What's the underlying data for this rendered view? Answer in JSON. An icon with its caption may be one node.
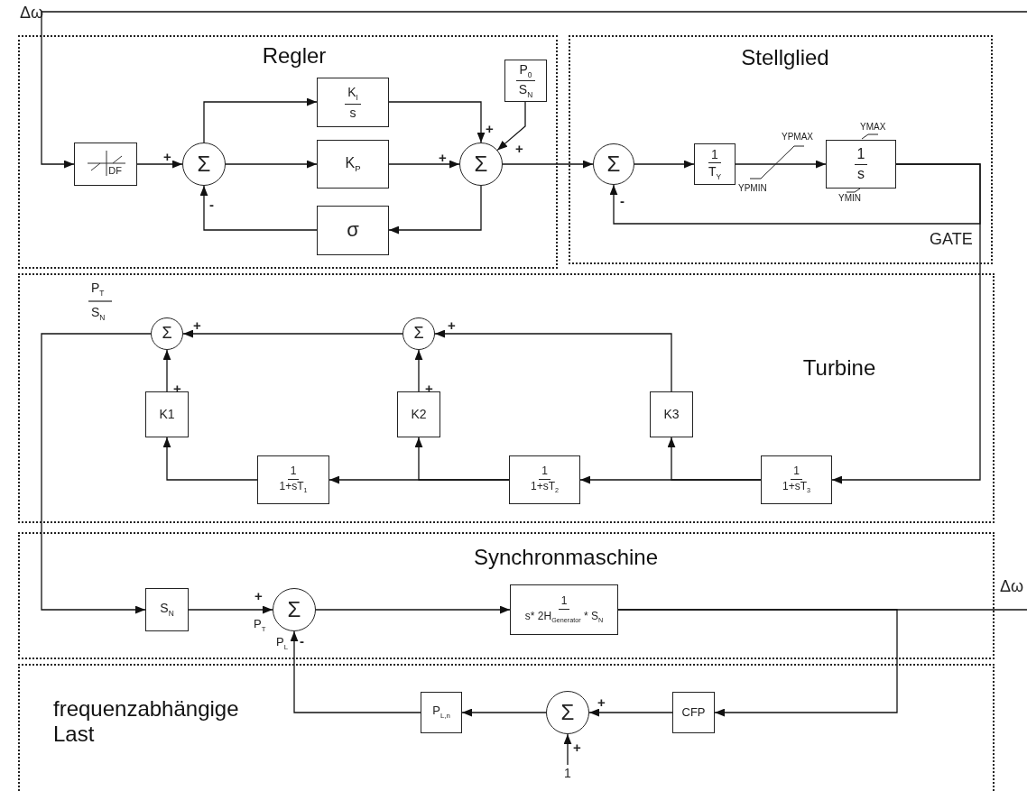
{
  "diagram": {
    "nodes": [
      {
        "text": [
          "Regler"
        ]
      },
      {
        "text": [
          "Stellglied"
        ]
      },
      {
        "text": [
          "Turbine"
        ]
      },
      {
        "text": [
          "Synchronmaschine"
        ]
      },
      {
        "text": [
          "frequenzabhängige Last"
        ]
      },
      {
        "text": [
          "DF"
        ],
        "in": 0
      },
      {
        "text": [
          "Σ"
        ],
        "in": 0
      },
      {
        "text": [
          "K$_{I}$",
          "s"
        ],
        "in": 0
      },
      {
        "text": [
          "K$_{P}$"
        ],
        "in": 0
      },
      {
        "text": [
          "σ"
        ],
        "in": 0
      },
      {
        "text": [
          "P$_{0}$",
          "S$_{N}$"
        ],
        "in": 0
      },
      {
        "text": [
          "Σ"
        ],
        "in": 0
      },
      {
        "text": [
          "Σ"
        ],
        "in": 1
      },
      {
        "text": [
          "1",
          "T$_{Y}$"
        ],
        "in": 1
      },
      {
        "text": [
          "1",
          "s"
        ],
        "in": 1,
        "beside": [
          "YMAX",
          "YMIN"
        ]
      },
      {
        "text": [
          "Σ"
        ],
        "in": 2
      },
      {
        "text": [
          "Σ"
        ],
        "in": 2
      },
      {
        "text": [
          "K1"
        ],
        "in": 2
      },
      {
        "text": [
          "K2"
        ],
        "in": 2
      },
      {
        "text": [
          "K3"
        ],
        "in": 2
      },
      {
        "text": [
          "1",
          "1+sT$_{1}$"
        ],
        "in": 2
      },
      {
        "text": [
          "1",
          "1+sT$_{2}$"
        ],
        "in": 2
      },
      {
        "text": [
          "1",
          "1+sT$_{3}$"
        ],
        "in": 2
      },
      {
        "text": [
          "S$_{N}$"
        ],
        "in": 3
      },
      {
        "text": [
          "Σ"
        ],
        "in": 3
      },
      {
        "text": [
          "1",
          "s* 2H$_{Generator}$ * S$_{N}$"
        ],
        "in": 3
      },
      {
        "text": [
          "P$_{L,n}$"
        ],
        "in": 4
      },
      {
        "text": [
          "Σ"
        ],
        "in": 4
      },
      {
        "text": [
          "CFP"
        ],
        "in": 4
      },
      {
        "text": [
          "1"
        ],
        "in": 4
      }
    ],
    "edges": [
      {
        "from": null,
        "to": 5,
        "arrow": "to"
      },
      {
        "from": 5,
        "to": 6,
        "arrow": "to",
        "label": "+"
      },
      {
        "from": 6,
        "to": 7,
        "arrow": "to"
      },
      {
        "from": 6,
        "to": 8,
        "arrow": "to"
      },
      {
        "from": 7,
        "to": 11,
        "arrow": "to",
        "label": "+"
      },
      {
        "from": 8,
        "to": 11,
        "arrow": "to",
        "label": "+"
      },
      {
        "from": 10,
        "to": 11,
        "arrow": "to",
        "label": "+"
      },
      {
        "from": 11,
        "to": 9,
        "arrow": "to"
      },
      {
        "from": 9,
        "to": 6,
        "arrow": "to",
        "label": "-"
      },
      {
        "from": 11,
        "to": 12,
        "arrow": "to"
      },
      {
        "from": 12,
        "to": 13,
        "arrow": "to"
      },
      {
        "from": 13,
        "to": 14,
        "arrow": "to"
      },
      {
        "from": 14,
        "to": 12,
        "arrow": "to",
        "label": "-"
      },
      {
        "from": 14,
        "to": 22,
        "arrow": "to"
      },
      {
        "from": 22,
        "to": 21,
        "arrow": "to"
      },
      {
        "from": 21,
        "to": 20,
        "arrow": "to"
      },
      {
        "from": 20,
        "to": 17,
        "arrow": "to"
      },
      {
        "from": 21,
        "to": 18,
        "arrow": "to"
      },
      {
        "from": 22,
        "to": 19,
        "arrow": "to"
      },
      {
        "from": 17,
        "to": 15,
        "arrow": "to",
        "label": "+"
      },
      {
        "from": 18,
        "to": 16,
        "arrow": "to",
        "label": "+"
      },
      {
        "from": 19,
        "to": 16,
        "arrow": "to",
        "label": "+"
      },
      {
        "from": 16,
        "to": 15,
        "arrow": "to",
        "label": "+"
      },
      {
        "from": 15,
        "to": 23,
        "arrow": "to"
      },
      {
        "from": 23,
        "to": 24,
        "arrow": "to",
        "label": "+"
      },
      {
        "from": 24,
        "to": 25,
        "arrow": "to"
      },
      {
        "from": 25,
        "to": null,
        "arrow": "none"
      },
      {
        "from": 25,
        "to": 28,
        "arrow": "to"
      },
      {
        "from": 28,
        "to": 27,
        "arrow": "to",
        "label": "+"
      },
      {
        "from": 29,
        "to": 27,
        "arrow": "to",
        "label": "+"
      },
      {
        "from": 27,
        "to": 26,
        "arrow": "to"
      },
      {
        "from": 26,
        "to": 24,
        "arrow": "to",
        "label": "-"
      }
    ],
    "labels": [
      "Δω",
      "YPMAX",
      "YPMIN",
      "GATE",
      "P$_{T}$",
      "S$_{N}$",
      "Δω",
      "P$_{T}$",
      "P$_{L}$"
    ]
  }
}
